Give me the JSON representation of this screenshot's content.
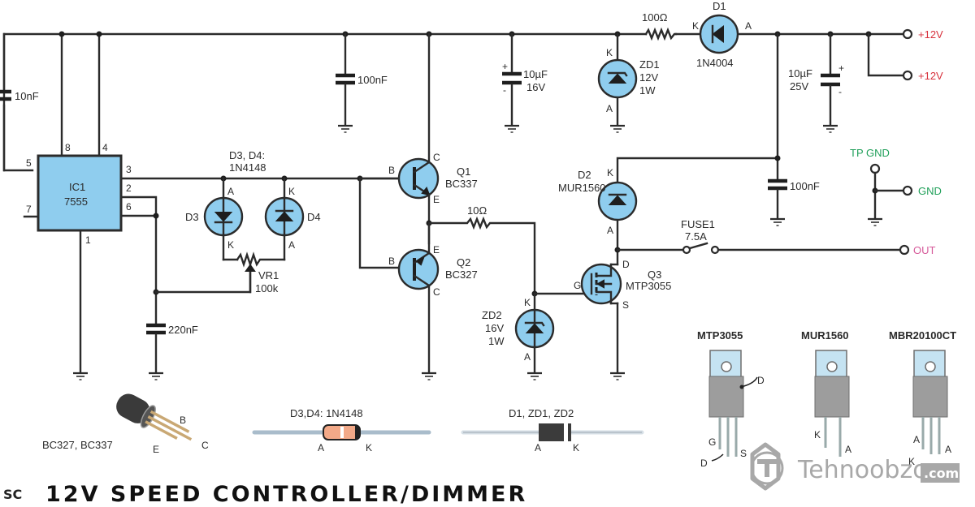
{
  "title": "12V SPEED CONTROLLER/DIMMER",
  "logo": "SC",
  "watermark": {
    "text": "Tehnoobzor",
    "suffix": ".com"
  },
  "colors": {
    "component_fill": "#8fcdee",
    "supply_label": "#d8323d",
    "ground_label": "#21a05a",
    "output_label": "#d65a9a",
    "wire": "#2b2b2b"
  },
  "ic1": {
    "ref": "IC1",
    "part": "7555",
    "pins": {
      "p8": "8",
      "p4": "4",
      "p5": "5",
      "p7": "7",
      "p3": "3",
      "p2": "2",
      "p6": "6",
      "p1": "1"
    }
  },
  "components": {
    "c_10nf": "10nF",
    "c_100nf_a": "100nF",
    "c_10uf_16": {
      "value": "10µF",
      "voltage": "16V"
    },
    "zd1": {
      "ref": "ZD1",
      "voltage": "12V",
      "power": "1W",
      "k": "K",
      "a": "A"
    },
    "r_100": "100Ω",
    "d1": {
      "ref": "D1",
      "part": "1N4004",
      "k": "K",
      "a": "A"
    },
    "c_10uf_25": {
      "value": "10µF",
      "voltage": "25V"
    },
    "c_100nf_b": "100nF",
    "d34_header": {
      "line1": "D3, D4:",
      "line2": "1N4148"
    },
    "d3": {
      "ref": "D3",
      "top": "A",
      "bottom": "K"
    },
    "d4": {
      "ref": "D4",
      "top": "K",
      "bottom": "A"
    },
    "vr1": {
      "ref": "VR1",
      "value": "100k"
    },
    "c_220nf": "220nF",
    "q1": {
      "ref": "Q1",
      "part": "BC337",
      "b": "B",
      "c": "C",
      "e": "E"
    },
    "q2": {
      "ref": "Q2",
      "part": "BC327",
      "b": "B",
      "c": "C",
      "e": "E"
    },
    "r_10": "10Ω",
    "d2": {
      "ref": "D2",
      "part": "MUR1560",
      "k": "K",
      "a": "A"
    },
    "zd2": {
      "ref": "ZD2",
      "voltage": "16V",
      "power": "1W",
      "k": "K",
      "a": "A"
    },
    "q3": {
      "ref": "Q3",
      "part": "MTP3055",
      "g": "G",
      "d": "D",
      "s": "S"
    },
    "fuse1": {
      "ref": "FUSE1",
      "rating": "7.5A"
    },
    "plus": "+",
    "minus": "-"
  },
  "terminals": {
    "v12_a": "+12V",
    "v12_b": "+12V",
    "tp_gnd": "TP GND",
    "gnd": "GND",
    "out": "OUT"
  },
  "packages": {
    "to92": {
      "label": "BC327, BC337",
      "b": "B",
      "e": "E",
      "c": "C"
    },
    "diode_small": {
      "label": "D3,D4: 1N4148",
      "a": "A",
      "k": "K"
    },
    "diode_power": {
      "label": "D1, ZD1, ZD2",
      "a": "A",
      "k": "K"
    },
    "mtp3055": {
      "label": "MTP3055",
      "d_tab": "D",
      "g": "G",
      "s": "S",
      "d_pin": "D"
    },
    "mur1560": {
      "label": "MUR1560",
      "k": "K",
      "a": "A"
    },
    "mbr20100ct": {
      "label": "MBR20100CT",
      "a1": "A",
      "a2": "A",
      "k": "K"
    }
  }
}
